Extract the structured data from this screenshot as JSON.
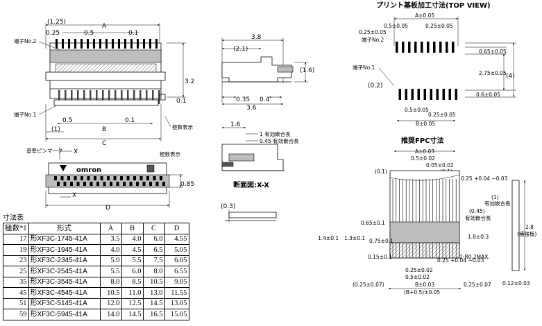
{
  "front_view": {
    "dims_top": [
      "(1.25)",
      "A",
      "0.25",
      "0.5",
      "0.1"
    ],
    "dims_right": [
      "3.2",
      "0.1"
    ],
    "dims_bottom": [
      "0.5",
      "B",
      "0.1",
      "(1)",
      "C"
    ],
    "pin2_label": "端子No.2",
    "pin1_label": "端子No.1",
    "polarity_label": "極数表示"
  },
  "bottom_view": {
    "ref_mark_label": "基準ピンマーク",
    "polarity_label": "極数表示",
    "x_label": "X",
    "brand": "omron",
    "dim_height": "0.85",
    "dim_d": "D"
  },
  "side_view": {
    "dims": [
      "3.8",
      "(2.1)",
      "(1.6)",
      "0.35",
      "0.4",
      "3.6"
    ]
  },
  "section": {
    "dim_16": "1.6",
    "eff1": "1 有効嵌合長",
    "eff045": "0.45 有効嵌合長",
    "title": "断面図:X-X",
    "dim_03": "(0.3)"
  },
  "pcb": {
    "title": "プリント基板加工寸法(TOP VIEW)",
    "dims": [
      "A±0.05",
      "0.5±0.05",
      "0.25±0.05",
      "0.25±0.05",
      "0.65±0.05",
      "2.75±0.05",
      "(4)",
      "(0.2)",
      "0.6±0.05",
      "0.5±0.05",
      "0.25±0.05",
      "B±0.05"
    ],
    "pin2": "端子No.2",
    "pin1": "端子No.1"
  },
  "fpc": {
    "title": "推奨FPC寸法",
    "dims": [
      "A±0.03",
      "0.5±0.02",
      "0.05±0.02",
      "(0.1)",
      "(0.1)",
      "0.25 +0.04 −0.03",
      "(1)",
      "有効嵌合長",
      "(0.45)",
      "有効嵌合長",
      "0.65±0.1",
      "1.4±0.1",
      "1.3±0.1",
      "0.75±0.1",
      "1.8±0.3",
      "0.15±0.1",
      "0.25 +0.04 −0.03",
      "2-R0.2MAX.",
      "0.25±0.02",
      "0.5±0.02",
      "(0.25±0.07)",
      "B±0.03",
      "0.25±0.07",
      "(B+0.5)±0.05",
      "2.8",
      "(補強板)",
      "0.12±0.03"
    ]
  },
  "table": {
    "title": "寸法表",
    "headers": [
      "極数*1",
      "形式",
      "A",
      "B",
      "C",
      "D"
    ],
    "rows": [
      [
        "17",
        "形XF3C-1745-41A",
        "3.5",
        "4.0",
        "6.0",
        "4.55"
      ],
      [
        "19",
        "形XF3C-1945-41A",
        "4.0",
        "4.5",
        "6.5",
        "5.05"
      ],
      [
        "23",
        "形XF3C-2345-41A",
        "5.0",
        "5.5",
        "7.5",
        "6.05"
      ],
      [
        "25",
        "形XF3C-2545-41A",
        "5.5",
        "6.0",
        "8.0",
        "6.55"
      ],
      [
        "35",
        "形XF3C-3545-41A",
        "8.0",
        "8.5",
        "10.5",
        "9.05"
      ],
      [
        "45",
        "形XF3C-4545-41A",
        "10.5",
        "11.0",
        "13.0",
        "11.55"
      ],
      [
        "51",
        "形XF3C-5145-41A",
        "12.0",
        "12.5",
        "14.5",
        "13.05"
      ],
      [
        "59",
        "形XF3C-5945-41A",
        "14.0",
        "14.5",
        "16.5",
        "15.05"
      ]
    ]
  }
}
